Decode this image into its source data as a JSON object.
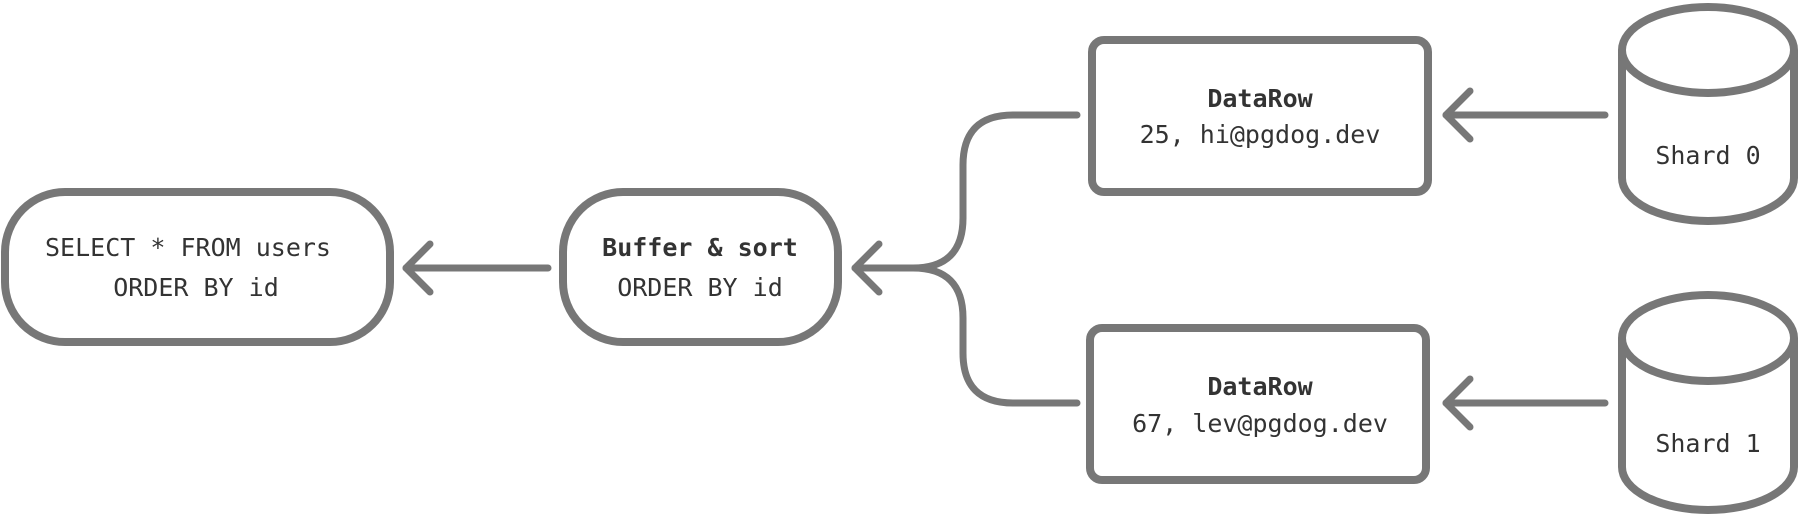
{
  "nodes": {
    "query": {
      "line1": "SELECT * FROM users",
      "line2": "ORDER BY id"
    },
    "buffer": {
      "line1": "Buffer & sort",
      "line2": "ORDER BY id"
    },
    "datarow_top": {
      "title": "DataRow",
      "value": "25, hi@pgdog.dev"
    },
    "datarow_bottom": {
      "title": "DataRow",
      "value": "67, lev@pgdog.dev"
    },
    "shard_0": {
      "label": "Shard 0"
    },
    "shard_1": {
      "label": "Shard 1"
    }
  },
  "colors": {
    "stroke": "#777777",
    "text": "#333333",
    "background": "#ffffff"
  }
}
